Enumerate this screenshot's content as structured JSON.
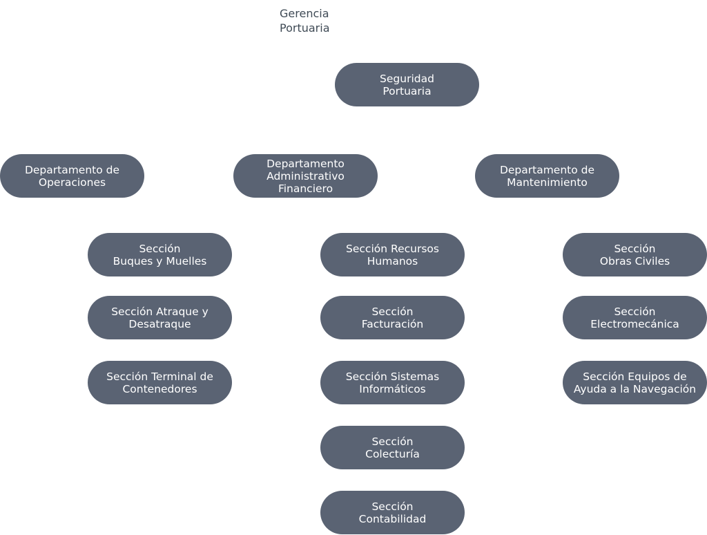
{
  "root": {
    "label": "Gerencia\nPortuaria"
  },
  "security": {
    "label": "Seguridad\nPortuaria"
  },
  "departments": [
    {
      "label": "Departamento de\nOperaciones"
    },
    {
      "label": "Departamento\nAdministrativo\nFinanciero"
    },
    {
      "label": "Departamento de\nMantenimiento"
    }
  ],
  "operations_sections": [
    {
      "label": "Sección\nBuques y Muelles"
    },
    {
      "label": "Sección Atraque y\nDesatraque"
    },
    {
      "label": "Sección Terminal de\nContenedores"
    }
  ],
  "admin_sections": [
    {
      "label": "Sección Recursos\nHumanos"
    },
    {
      "label": "Sección\nFacturación"
    },
    {
      "label": "Sección Sistemas\nInformáticos"
    },
    {
      "label": "Sección\nColecturía"
    },
    {
      "label": "Sección\nContabilidad"
    }
  ],
  "maintenance_sections": [
    {
      "label": "Sección\nObras Civiles"
    },
    {
      "label": "Sección\nElectromecánica"
    },
    {
      "label": "Sección Equipos de\nAyuda a la Navegación"
    }
  ],
  "colors": {
    "node_fill": "#5a6373",
    "node_text": "#ffffff",
    "root_text": "#3f4a55"
  }
}
